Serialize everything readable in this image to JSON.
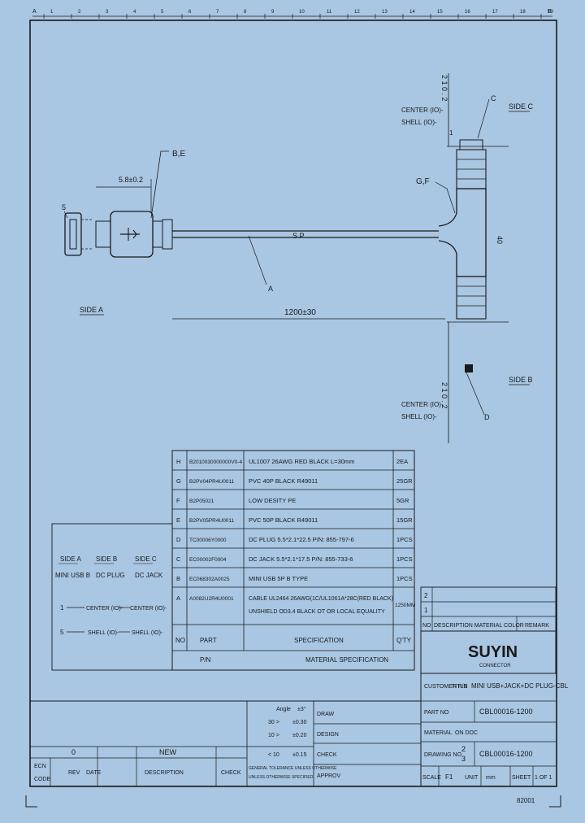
{
  "ruler": {
    "top_marks": [
      "1",
      "2",
      "3",
      "4",
      "5",
      "6",
      "7",
      "8",
      "9",
      "10",
      "11",
      "12",
      "13",
      "14",
      "15",
      "16",
      "17",
      "18",
      "19"
    ],
    "left_letter": "A",
    "right_letter": "B"
  },
  "drawing": {
    "side_a_label": "SIDE A",
    "side_c_label": "SIDE C",
    "side_b_label": "SIDE B",
    "callout_be": "B,E",
    "callout_gf": "G,F",
    "callout_a": "A",
    "callout_c": "C",
    "callout_d": "D",
    "callout_5": "5",
    "callout_1": "1",
    "dim_58": "5.8±0.2",
    "dim_1200": "1200±30",
    "dim_sp": "S P",
    "dim_40": "40",
    "dim_top_vertical": "2 1 0 . 2",
    "dim_bottom_vertical": "2 1 0 . 2",
    "center_top_1": "CENTER (IO)-",
    "center_top_2": "SHELL (IO)-",
    "center_bottom_1": "CENTER (IO)-",
    "center_bottom_2": "SHELL (IO)-"
  },
  "bom": {
    "rows": [
      {
        "no": "H",
        "part": "B2010030000000V0-4",
        "spec": "UL1007 26AWG RED BLACK L=30mm",
        "qty": "2EA"
      },
      {
        "no": "G",
        "part": "B2PV04PR4U0011",
        "spec": "PVC 40P BLACK R49011",
        "qty": "25GR"
      },
      {
        "no": "F",
        "part": "B2P05021",
        "spec": "LOW DESITY PE",
        "qty": "5GR"
      },
      {
        "no": "E",
        "part": "B2PV05PR4U0011",
        "spec": "PVC 50P BLACK R49011",
        "qty": "15GR"
      },
      {
        "no": "D",
        "part": "TC00006Y0000",
        "spec": "DC PLUG 5.5*2.1*22.5 P/N: 855-797-6",
        "qty": "1PCS"
      },
      {
        "no": "C",
        "part": "EC00002F0004",
        "spec": "DC JACK 5.5*2.1*17.5 P/N: 855-733-6",
        "qty": "1PCS"
      },
      {
        "no": "B",
        "part": "EC068302A0025",
        "spec": "MINI USB 5P B TYPE",
        "qty": "1PCS"
      },
      {
        "no": "A",
        "part": "A0082U2R4U0001",
        "spec1": "CABLE UL2464 26AWG(1C/UL1061A*28C(RED BLACK)",
        "spec2": "UNSHIELD OD3.4 BLACK OT OR LOCAL EQUALITY",
        "qty": "1250MM"
      }
    ],
    "header": {
      "no": "NO",
      "part": "PART",
      "spec": "SPECIFICATION",
      "qty": "Q'TY"
    },
    "footer": {
      "part": "P/N",
      "spec": "MATERIAL SPECIFICATION"
    }
  },
  "pinout": {
    "headers": [
      {
        "line1": "SIDE A",
        "line2": "MINI USB B"
      },
      {
        "line1": "SIDE B",
        "line2": "DC PLUG"
      },
      {
        "line1": "SIDE C",
        "line2": "DC JACK"
      }
    ],
    "rows": [
      {
        "pin": "1",
        "b": "CENTER (IO)-",
        "c": "CENTER (IO)-"
      },
      {
        "pin": "5",
        "b": "SHELL (IO)-",
        "c": "SHELL (IO)-"
      }
    ]
  },
  "notes": {
    "row2": "2",
    "row1": "1",
    "header_no": "NO",
    "header_desc": "DESCRIPTION MATERIAL COLOR",
    "header_remark": "REMARK"
  },
  "title_block": {
    "logo_main": "SUYIN",
    "logo_sub": "CONNECTOR",
    "customer_label": "CUSTOMER P/N",
    "title_label": "TITLE",
    "title_value": "MINI USB+JACK+DC PLUG-CBL",
    "partno_label": "PART NO",
    "partno_value": "CBL00016-1200",
    "material_label": "MATERIAL",
    "material_value": "ON DOC",
    "drawing_no_label": "DRAWING NO",
    "drawing_no_value": "CBL00016-1200",
    "scale_num": "2",
    "scale_den": "3",
    "size_label": "SCALE",
    "size_value": "F1",
    "unit_label": "UNIT",
    "unit_value": "mm",
    "sheet_label": "SHEET",
    "sheet_value": "1 OF 1",
    "tol_angle_label": "Angle",
    "tol_angle_value": "±3°",
    "tol_1": "30 >",
    "tol_1v": "±0.30",
    "tol_2": "10 >",
    "tol_2v": "±0.20",
    "tol_3": "< 10",
    "tol_3v": "±0.15",
    "draw_label": "DRAW",
    "design_label": "DESIGN",
    "check_label": "CHECK",
    "approve_label": "APPROV",
    "rev_value": "0",
    "rev_desc": "NEW",
    "rev_header_ecn": "ECN",
    "rev_header_rev": "REV",
    "rev_header_date": "DATE",
    "rev_header_desc": "DESCRIPTION",
    "rev_header_check": "CHECK",
    "rev_header_dim": "GENERAL TOLERANCE UNLESS OTHERWISE",
    "rev_header_dim2": "UNLESS OTHERWISE SPECIFIED",
    "rev_header_code": "CODE",
    "footnote": "82001"
  }
}
